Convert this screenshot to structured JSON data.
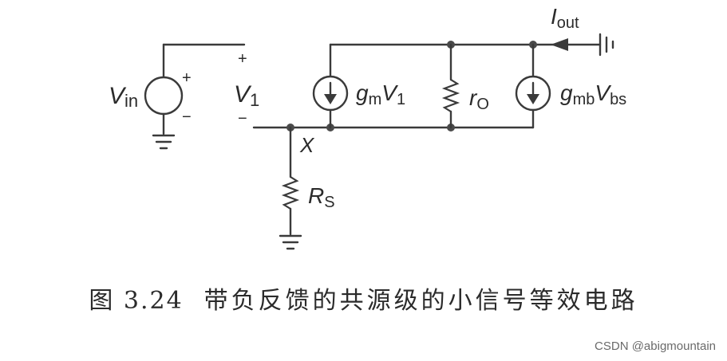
{
  "labels": {
    "vin_main": "V",
    "vin_sub": "in",
    "v1_main": "V",
    "v1_sub": "1",
    "plus": "+",
    "minus": "−",
    "x_node": "X",
    "rs_main": "R",
    "rs_sub": "S",
    "gm_main": "g",
    "gm_sub": "m",
    "gm_v": "V",
    "gm_vsub": "1",
    "ro_main": "r",
    "ro_sub": "O",
    "gmb_main": "g",
    "gmb_sub": "mb",
    "gmb_v": "V",
    "gmb_vsub": "bs",
    "iout_main": "I",
    "iout_sub": "out"
  },
  "caption": {
    "figure": "图 3.24",
    "text": "带负反馈的共源级的小信号等效电路"
  },
  "watermark": "CSDN @abigmountain"
}
